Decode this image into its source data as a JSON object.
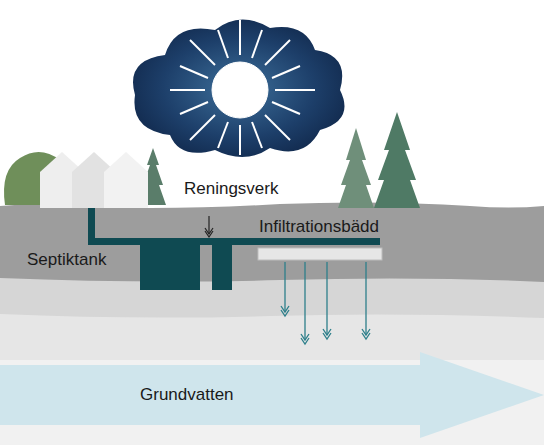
{
  "diagram": {
    "nodes": [
      {
        "text": [
          "Grundvatten"
        ]
      }
    ],
    "labels": [
      "Reningsverk",
      "Septiktank",
      "Infiltrationsbädd"
    ]
  }
}
